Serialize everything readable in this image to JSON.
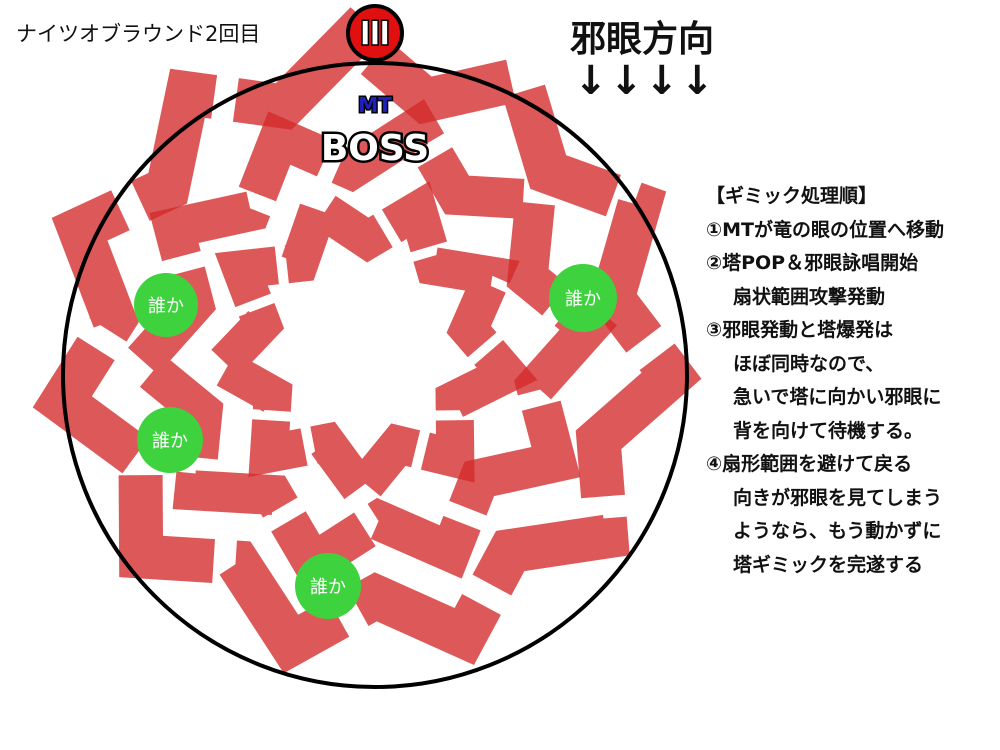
{
  "title": "ナイツオブラウンド2回目",
  "gaze": {
    "label": "邪眼方向",
    "arrows": "↓↓↓↓"
  },
  "boss": {
    "label": "BOSS",
    "tank_label": "MT",
    "marker_symbol": "Ⅲ"
  },
  "players": [
    {
      "label": "誰か"
    },
    {
      "label": "誰か"
    },
    {
      "label": "誰か"
    },
    {
      "label": "誰か"
    }
  ],
  "steps": {
    "header": "【ギミック処理順】",
    "lines": [
      "①MTが竜の眼の位置へ移動",
      "②塔POP＆邪眼詠唱開始",
      "扇状範囲攻撃発動",
      "③邪眼発動と塔爆発は",
      "ほぼ同時なので、",
      "急いで塔に向かい邪眼に",
      "背を向けて待機する。",
      "④扇形範囲を避けて戻る",
      "向きが邪眼を見てしまう",
      "ようなら、もう動かずに",
      "塔ギミックを完遂する"
    ]
  },
  "colors": {
    "aoe": "#d42a2a",
    "player": "#3ed23e",
    "marker": "#e01010",
    "tank_label": "#2020c0"
  }
}
